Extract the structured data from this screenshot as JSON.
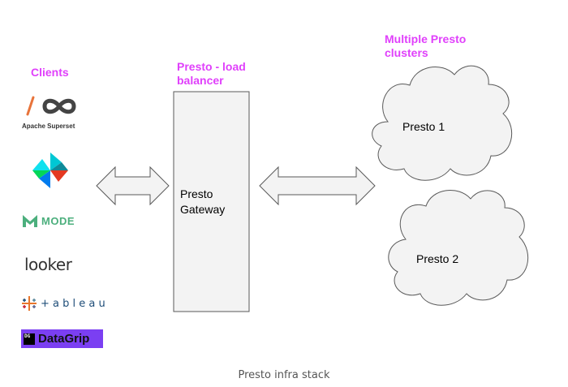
{
  "labels": {
    "clients": "Clients",
    "load_balancer": [
      "Presto - load",
      "balancer"
    ],
    "multiple_clusters": [
      "Multiple Presto",
      "clusters"
    ]
  },
  "gateway": [
    "Presto",
    "Gateway"
  ],
  "clusters": [
    "Presto 1",
    "Presto 2"
  ],
  "client_logos": {
    "superset": "Apache Superset",
    "mode": "MODE",
    "looker": "looker",
    "tableau": "+ a b l e a u",
    "datagrip": "DataGrip",
    "datagrip_badge": "DG"
  },
  "caption": "Presto infra stack",
  "colors": {
    "label": "#e040fb",
    "shape_fill": "#f3f3f3",
    "shape_stroke": "#595959",
    "mode_green": "#4caf7d",
    "datagrip_bg": "#7b3ff2",
    "tableau_blue": "#1f4e79"
  }
}
